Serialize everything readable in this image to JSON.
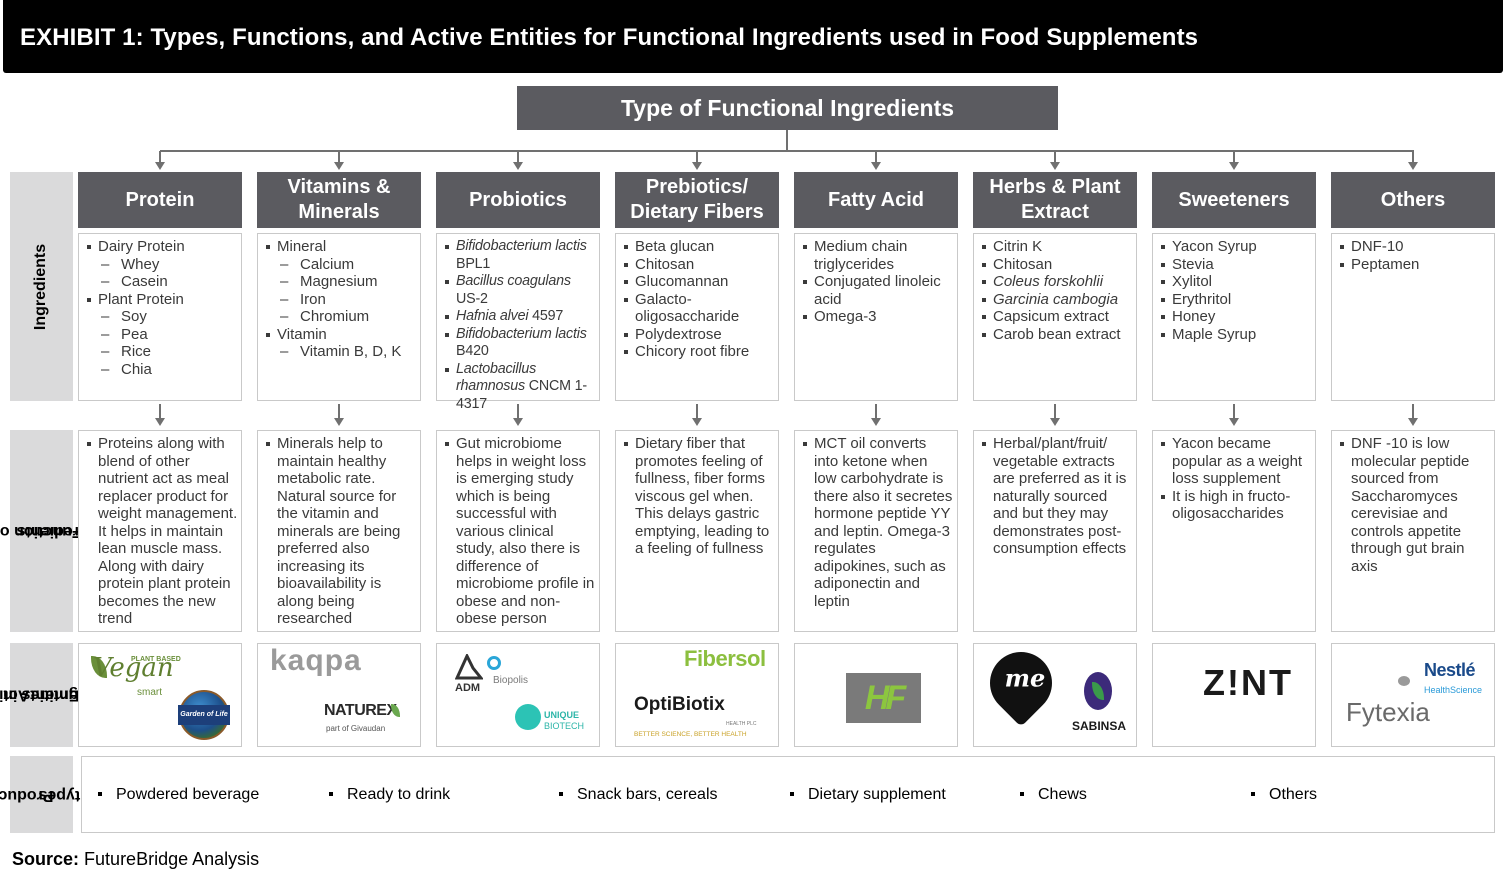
{
  "title": "EXHIBIT 1: Types, Functions, and Active Entities for Functional Ingredients used in Food Supplements",
  "root": "Type of Functional Ingredients",
  "row_labels": {
    "ingredients": "Ingredients",
    "function_line1": "Function of the",
    "function_line2": "Ingredients",
    "entities_line1": "Active",
    "entities_line2": "Entities in",
    "entities_line3": "the segment",
    "products_line1": "Product",
    "products_line2": "types"
  },
  "columns": [
    {
      "header": "Protein",
      "ingredients": [
        "Dairy Protein",
        "Whey",
        "Casein",
        "Plant Protein",
        "Soy",
        "Pea",
        "Rice",
        "Chia"
      ],
      "function": [
        "Proteins along with blend of other nutrient act as meal replacer product for weight management. It helps in maintain lean muscle mass. Along with dairy protein plant protein becomes the new trend"
      ],
      "entities": [
        "Vegan",
        "PLANT BASED",
        "smart",
        "Garden of Life"
      ]
    },
    {
      "header": "Vitamins & Minerals",
      "ingredients": [
        "Mineral",
        "Calcium",
        "Magnesium",
        "Iron",
        "Chromium",
        "Vitamin",
        "Vitamin B, D, K"
      ],
      "function": [
        "Minerals help to maintain healthy metabolic rate. Natural source for the vitamin and minerals are being preferred also increasing its bioavailability is along being researched"
      ],
      "entities": [
        "kaqpa",
        "NATUREX",
        "part of Givaudan"
      ]
    },
    {
      "header": "Probiotics",
      "ingredients": [
        "Bifidobacterium lactis",
        "BPL1",
        "Bacillus coagulans",
        "US-2",
        "Hafnia alvei",
        "4597",
        "Bifidobacterium  lactis",
        "B420",
        "Lactobacillus rhamnosus",
        "CNCM 1-4317"
      ],
      "function": [
        "Gut microbiome helps in weight loss is emerging study which is being successful with various clinical study, also there is difference of microbiome profile in obese and non-obese person"
      ],
      "entities": [
        "ADM",
        "Biopolis",
        "UNIQUE",
        "BIOTECH"
      ]
    },
    {
      "header": "Prebiotics/ Dietary Fibers",
      "ingredients": [
        "Beta glucan",
        "Chitosan",
        "Glucomannan",
        "Galacto-oligosaccharide",
        "Polydextrose",
        "Chicory root fibre"
      ],
      "function": [
        "Dietary fiber that promotes feeling of fullness, fiber forms viscous gel when. This delays gastric emptying, leading to a feeling of fullness"
      ],
      "entities": [
        "Fibersol",
        "OptiBiotix",
        "HEALTH PLC",
        "BETTER SCIENCE, BETTER HEALTH"
      ]
    },
    {
      "header": "Fatty Acid",
      "ingredients": [
        "Medium chain triglycerides",
        "Conjugated linoleic acid",
        "Omega-3"
      ],
      "function": [
        "MCT oil converts into ketone when low carbohydrate is there also it secretes hormone peptide YY and leptin. Omega-3 regulates adipokines, such as adiponectin and leptin"
      ],
      "entities": [
        "HF"
      ]
    },
    {
      "header": "Herbs & Plant Extract",
      "ingredients": [
        "Citrin K",
        "Chitosan",
        "Coleus forskohlii",
        "Garcinia cambogia",
        "Capsicum extract",
        "Carob bean extract"
      ],
      "function": [
        "Herbal/plant/fruit/ vegetable extracts are preferred as it is naturally sourced and  but they may demonstrates post-consumption effects"
      ],
      "entities": [
        "me",
        "SABINSA"
      ]
    },
    {
      "header": "Sweeteners",
      "ingredients": [
        "Yacon Syrup",
        "Stevia",
        "Xylitol",
        "Erythritol",
        "Honey",
        "Maple Syrup"
      ],
      "function": [
        "Yacon became popular as a weight loss supplement",
        "It is high in fructo-oligosaccharides"
      ],
      "entities": [
        "Z!NT"
      ]
    },
    {
      "header": "Others",
      "ingredients": [
        "DNF-10",
        "Peptamen"
      ],
      "function": [
        "DNF -10 is low molecular peptide sourced from Saccharomyces cerevisiae and controls appetite through gut brain axis"
      ],
      "entities": [
        "Nestlé",
        "HealthScience",
        "Fytexia"
      ]
    }
  ],
  "product_types": [
    "Powdered beverage",
    "Ready to drink",
    "Snack bars, cereals",
    "Dietary supplement",
    "Chews",
    "Others"
  ],
  "source": {
    "label": "Source:",
    "text": "FutureBridge Analysis"
  },
  "colors": {
    "header_bg": "#5b5b60",
    "label_bg": "#dadadb",
    "title_bg": "#000000",
    "border": "#c9c9c9"
  }
}
